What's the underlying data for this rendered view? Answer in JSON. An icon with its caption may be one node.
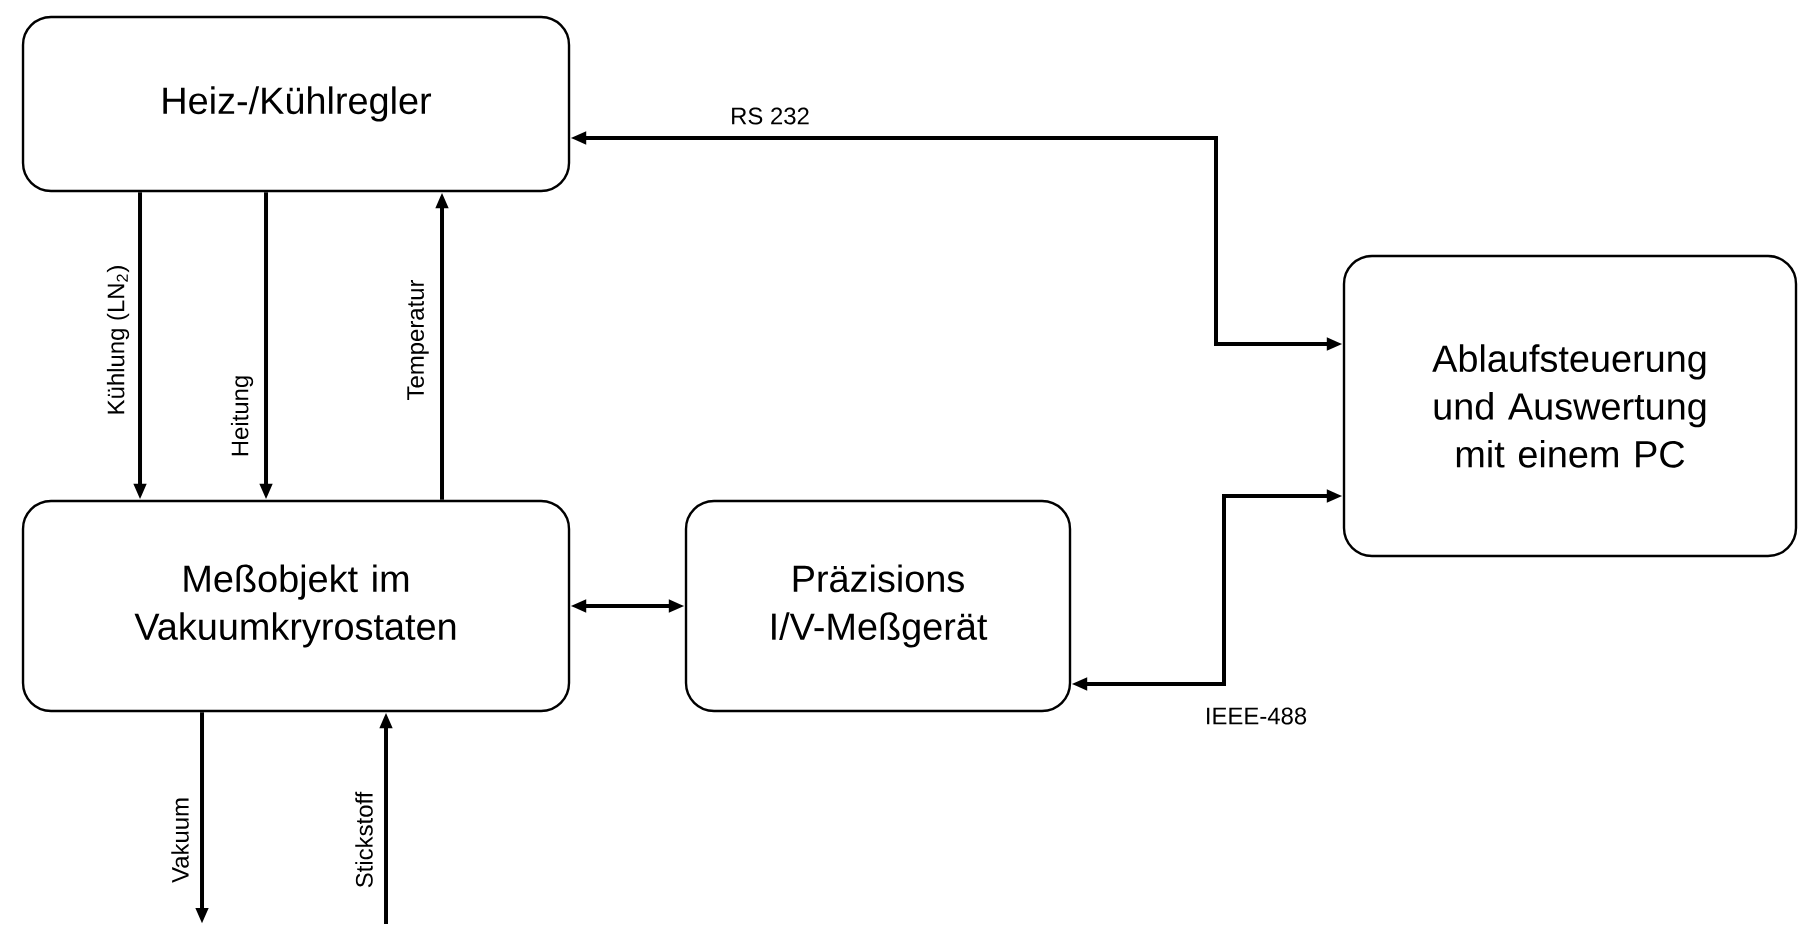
{
  "diagram": {
    "nodes": [
      {
        "text": [
          "Heiz-/Kühlregler"
        ]
      },
      {
        "text": [
          "Ablaufsteuerung und Auswertung mit einem PC"
        ]
      },
      {
        "text": [
          "Meßobjekt im Vakuumkryrostaten"
        ]
      },
      {
        "text": [
          "Präzisions I/V-Meßgerät"
        ]
      }
    ],
    "edges": [
      {
        "from": 0,
        "to": 1,
        "arrow": "both",
        "label": "RS 232"
      },
      {
        "from": 0,
        "to": 2,
        "arrow": "to",
        "label": "Kühlung (LN$_{2}$)"
      },
      {
        "from": 0,
        "to": 2,
        "arrow": "to",
        "label": "Heitung"
      },
      {
        "from": 2,
        "to": 0,
        "arrow": "to",
        "label": "Temperatur"
      },
      {
        "from": 2,
        "to": 3,
        "arrow": "both"
      },
      {
        "from": 3,
        "to": 1,
        "arrow": "both",
        "label": "IEEE-488"
      },
      {
        "from": 2,
        "to": null,
        "arrow": "to",
        "label": "Vakuum"
      },
      {
        "from": null,
        "to": 2,
        "arrow": "to",
        "label": "Stickstoff"
      }
    ]
  }
}
